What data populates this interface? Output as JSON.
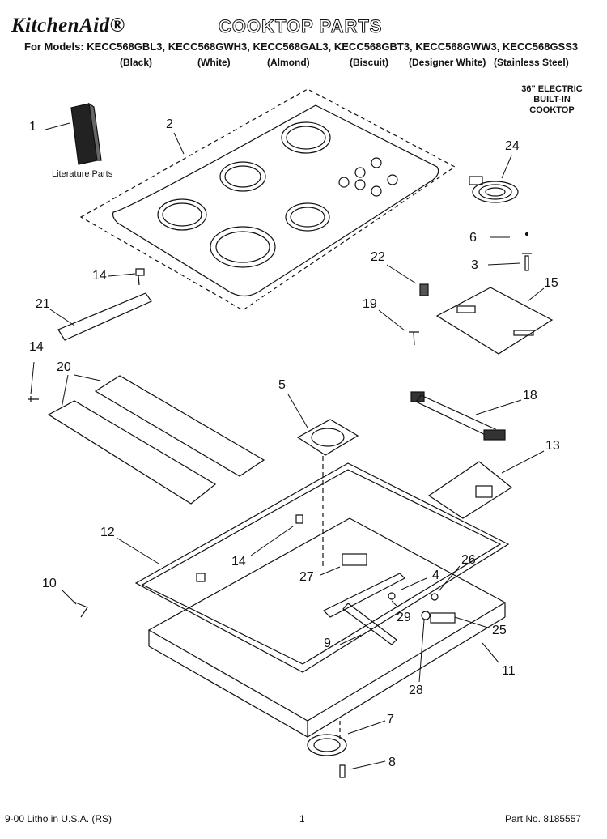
{
  "header": {
    "brand": "KitchenAid®",
    "title": "COOKTOP PARTS",
    "models_line": "For Models: KECC568GBL3, KECC568GWH3, KECC568GAL3, KECC568GBT3, KECC568GWW3, KECC568GSS3",
    "colors": [
      "(Black)",
      "(White)",
      "(Almond)",
      "(Biscuit)",
      "(Designer White)",
      "(Stainless Steel)"
    ]
  },
  "product": {
    "line1": "36\" ELECTRIC",
    "line2": "BUILT-IN",
    "line3": "COOKTOP"
  },
  "literature_label": "Literature Parts",
  "callouts": [
    "1",
    "2",
    "24",
    "6",
    "3",
    "22",
    "15",
    "19",
    "14",
    "21",
    "14",
    "20",
    "5",
    "18",
    "13",
    "12",
    "14",
    "26",
    "27",
    "4",
    "10",
    "29",
    "25",
    "9",
    "11",
    "28",
    "7",
    "8"
  ],
  "footer": {
    "left": "9-00 Litho in U.S.A. (RS)",
    "center": "1",
    "right": "Part No. 8185557"
  }
}
